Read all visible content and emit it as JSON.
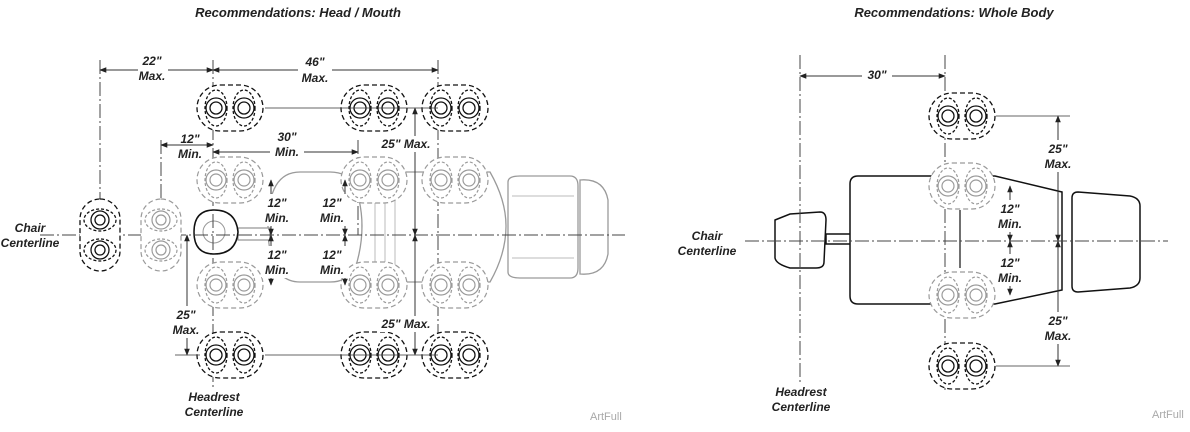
{
  "left_panel": {
    "title": "Recommendations: Head / Mouth",
    "dims": {
      "d22": [
        "22\"",
        "Max."
      ],
      "d46": [
        "46\"",
        "Max."
      ],
      "d12top": [
        "12\"",
        "Min."
      ],
      "d30": [
        "30\"",
        "Min."
      ],
      "d25a": "25\" Max.",
      "d12a": [
        "12\"",
        "Min."
      ],
      "d12b": [
        "12\"",
        "Min."
      ],
      "d12c": [
        "12\"",
        "Min."
      ],
      "d12d": [
        "12\"",
        "Min."
      ],
      "d25bot": [
        "25\"",
        "Max."
      ],
      "d25b": "25\" Max."
    },
    "chair_centerline": [
      "Chair",
      "Centerline"
    ],
    "headrest_centerline": [
      "Headrest",
      "Centerline"
    ],
    "footer": "ArtFull"
  },
  "right_panel": {
    "title": "Recommendations: Whole Body",
    "dims": {
      "d30": "30\"",
      "d25top": [
        "25\"",
        "Max."
      ],
      "d12a": [
        "12\"",
        "Min."
      ],
      "d12b": [
        "12\"",
        "Min."
      ],
      "d25bot": [
        "25\"",
        "Max."
      ]
    },
    "chair_centerline": [
      "Chair",
      "Centerline"
    ],
    "headrest_centerline": [
      "Headrest",
      "Centerline"
    ],
    "footer": "ArtFull"
  }
}
